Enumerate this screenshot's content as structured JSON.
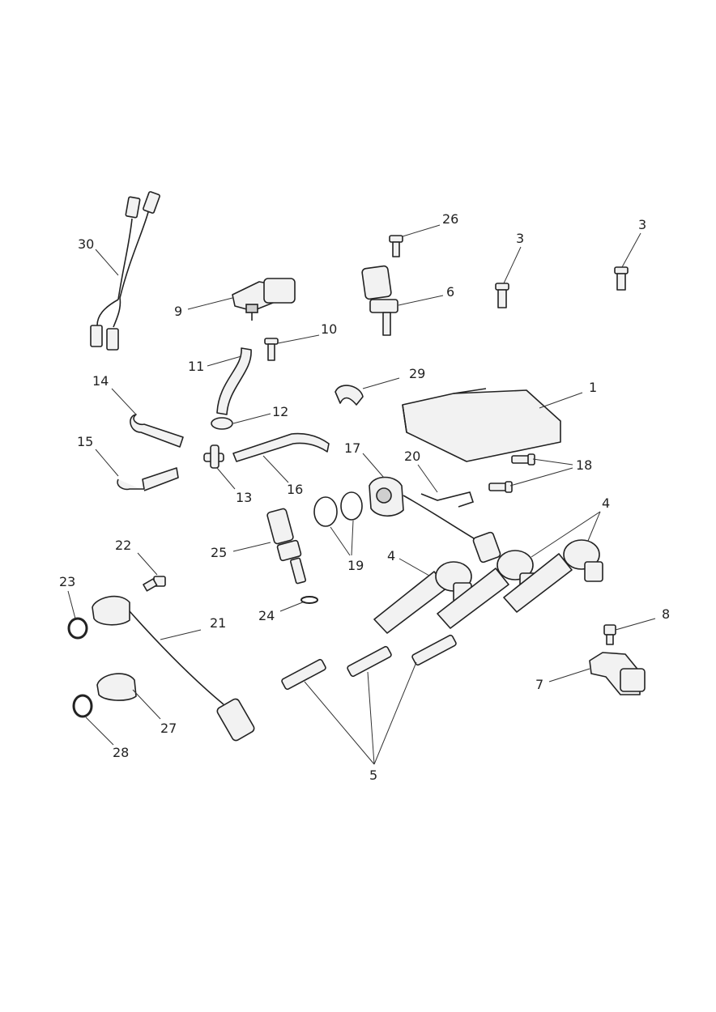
{
  "diagram": {
    "callouts": [
      {
        "id": "c1",
        "text": "1"
      },
      {
        "id": "c3a",
        "text": "3"
      },
      {
        "id": "c3b",
        "text": "3"
      },
      {
        "id": "c4a",
        "text": "4"
      },
      {
        "id": "c4b",
        "text": "4"
      },
      {
        "id": "c5",
        "text": "5"
      },
      {
        "id": "c6",
        "text": "6"
      },
      {
        "id": "c7",
        "text": "7"
      },
      {
        "id": "c8",
        "text": "8"
      },
      {
        "id": "c9",
        "text": "9"
      },
      {
        "id": "c10",
        "text": "10"
      },
      {
        "id": "c11",
        "text": "11"
      },
      {
        "id": "c12",
        "text": "12"
      },
      {
        "id": "c13",
        "text": "13"
      },
      {
        "id": "c14",
        "text": "14"
      },
      {
        "id": "c15",
        "text": "15"
      },
      {
        "id": "c16",
        "text": "16"
      },
      {
        "id": "c17",
        "text": "17"
      },
      {
        "id": "c18",
        "text": "18"
      },
      {
        "id": "c19",
        "text": "19"
      },
      {
        "id": "c20",
        "text": "20"
      },
      {
        "id": "c21",
        "text": "21"
      },
      {
        "id": "c22",
        "text": "22"
      },
      {
        "id": "c23",
        "text": "23"
      },
      {
        "id": "c24",
        "text": "24"
      },
      {
        "id": "c25",
        "text": "25"
      },
      {
        "id": "c26",
        "text": "26"
      },
      {
        "id": "c27",
        "text": "27"
      },
      {
        "id": "c28",
        "text": "28"
      },
      {
        "id": "c29",
        "text": "29"
      },
      {
        "id": "c30",
        "text": "30"
      }
    ]
  }
}
